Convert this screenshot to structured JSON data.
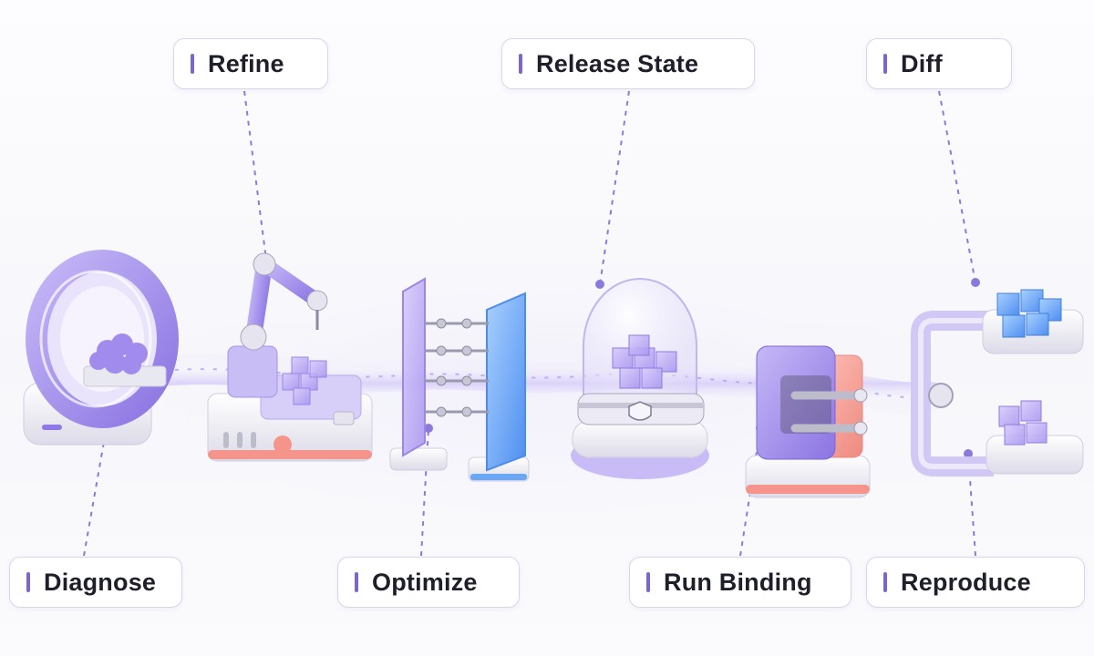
{
  "stages": [
    {
      "id": "refine",
      "label": "Refine"
    },
    {
      "id": "release_state",
      "label": "Release State"
    },
    {
      "id": "diff",
      "label": "Diff"
    },
    {
      "id": "diagnose",
      "label": "Diagnose"
    },
    {
      "id": "optimize",
      "label": "Optimize"
    },
    {
      "id": "run_binding",
      "label": "Run Binding"
    },
    {
      "id": "reproduce",
      "label": "Reproduce"
    }
  ],
  "colors": {
    "accent": "#7b65d6",
    "lavender": "#b7a6f2",
    "violet": "#8f79e6",
    "blue": "#5b9ef5",
    "coral": "#f4948a",
    "label_border": "#d9d6ea",
    "text": "#1e1f2b"
  },
  "icons": [
    "mri-scanner-icon",
    "robot-arm-icon",
    "filter-panels-icon",
    "glass-dome-icon",
    "press-machine-icon",
    "fork-cubes-icon",
    "shield-icon"
  ]
}
